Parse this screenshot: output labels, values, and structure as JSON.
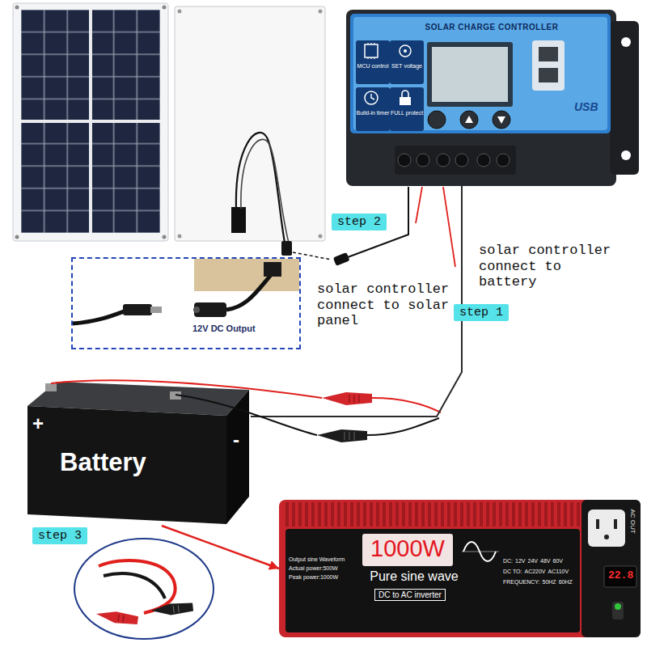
{
  "diagram": {
    "nodes": [
      {
        "text": [
          "SOLAR CHARGE CONTROLLER",
          "USB"
        ]
      },
      {
        "text": [
          "MCU control"
        ],
        "in": 0
      },
      {
        "text": [
          "SET voltage"
        ],
        "in": 0
      },
      {
        "text": [
          "Build-in timer"
        ],
        "in": 0
      },
      {
        "text": [
          "FULL protect"
        ],
        "in": 0
      },
      {
        "text": [
          "step 2"
        ]
      },
      {
        "text": [
          "12V DC Output"
        ]
      },
      {
        "text": [
          "step 1"
        ]
      },
      {
        "text": [
          "+",
          "-",
          "Battery"
        ]
      },
      {
        "text": [
          "step 3"
        ]
      },
      {
        "text": [
          "1000W",
          "Pure sine wave",
          "DC to AC inverter"
        ]
      }
    ],
    "edges": [
      {
        "from": 0,
        "to": 8,
        "arrow": "none"
      },
      {
        "from": 8,
        "to": 10,
        "arrow": "to"
      }
    ],
    "labels": [
      "solar controller connect to solar panel",
      "solar controller connect to battery",
      "Output sine Waveform",
      "Actual power:500W",
      "Peak power:1000W",
      "DC:",
      "12V",
      "24V",
      "48V",
      "60V",
      "DC TO:",
      "AC220V",
      "AC110V",
      "FREQUENCY:",
      "50HZ",
      "60HZ",
      "22.8",
      "AC OUT"
    ]
  }
}
